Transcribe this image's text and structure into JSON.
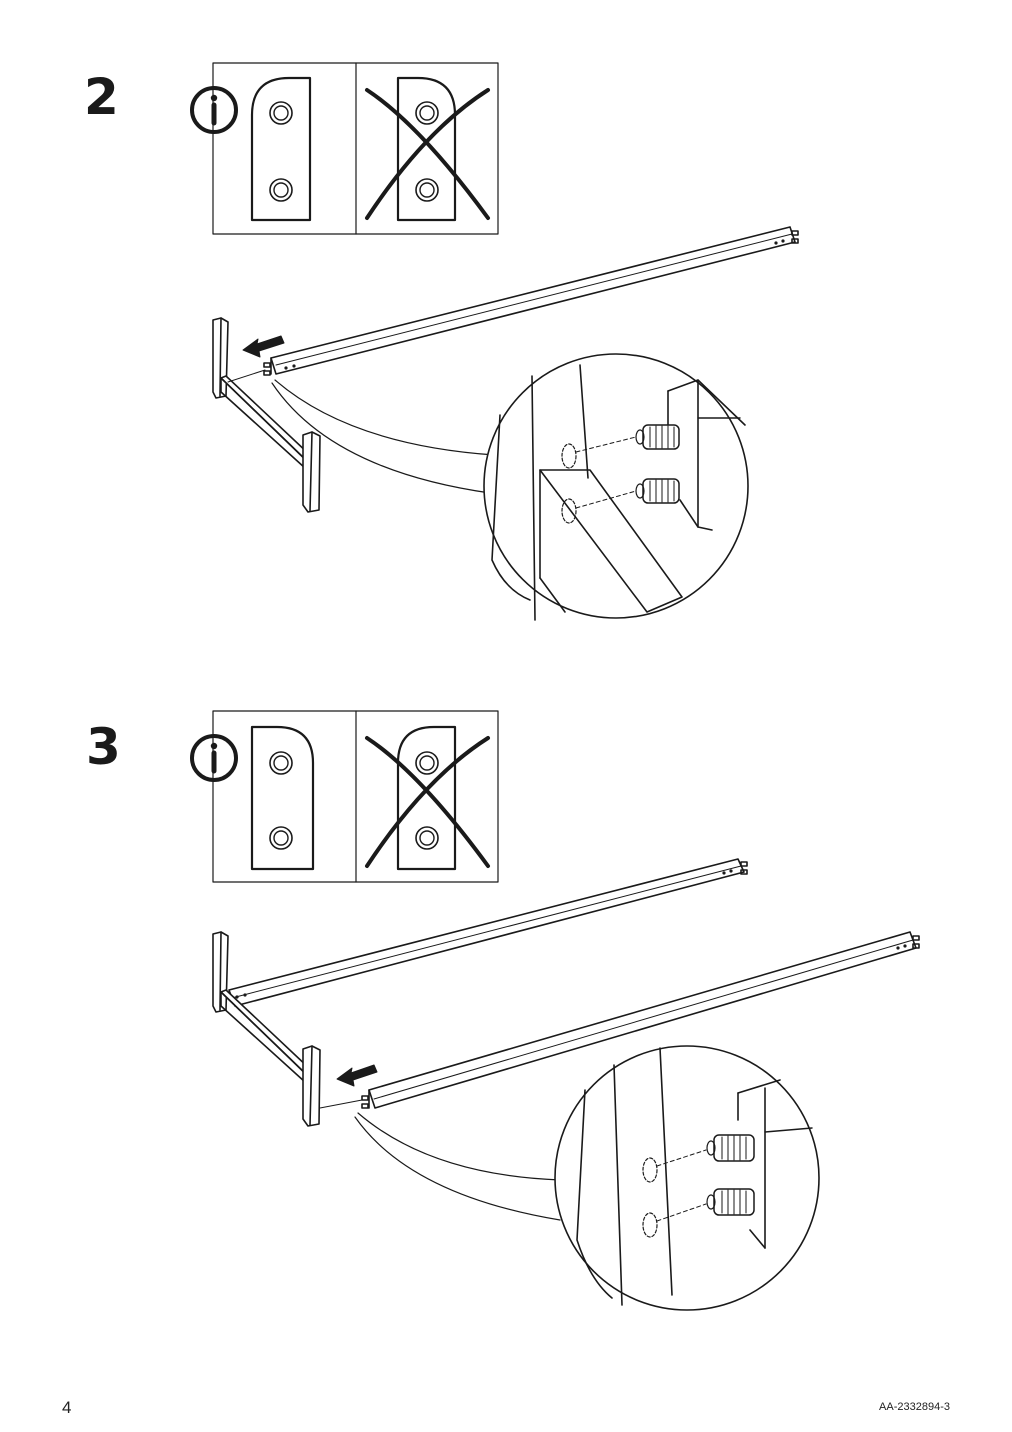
{
  "steps": [
    {
      "number": "2",
      "info_icon": "info-icon"
    },
    {
      "number": "3",
      "info_icon": "info-icon"
    }
  ],
  "footer": {
    "page_number": "4",
    "document_code": "AA-2332894-3"
  }
}
